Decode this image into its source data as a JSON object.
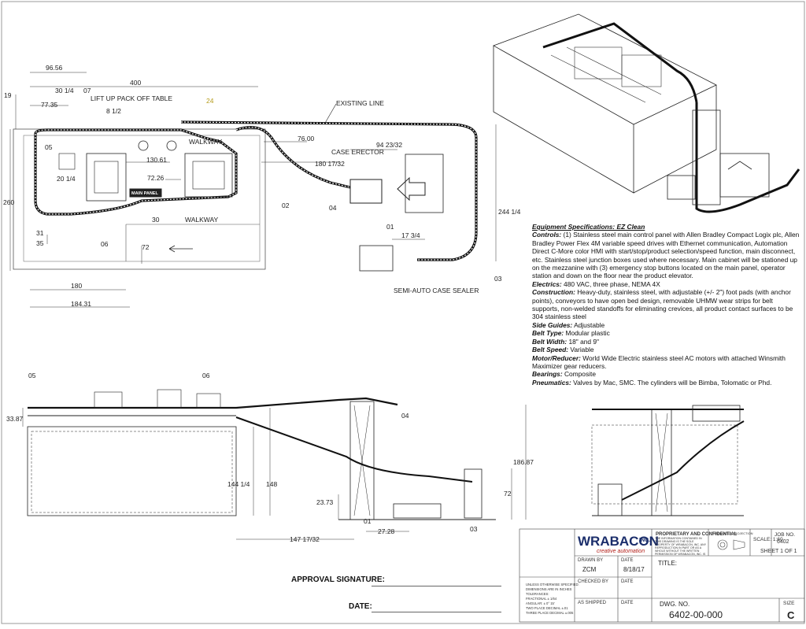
{
  "plan": {
    "dims": [
      "96.56",
      "400",
      "30 1/4",
      "07",
      "19",
      "77.35",
      "8 1/2",
      "24",
      "260",
      "130.61",
      "72.26",
      "20 1/4",
      "30",
      "31",
      "35",
      "72",
      "180",
      "184.31",
      "76.00",
      "180 17/32",
      "94 23/32",
      "244 1/4",
      "17 3/4"
    ],
    "labels": {
      "lift_up": "LIFT UP PACK OFF TABLE",
      "existing_line": "EXISTING LINE",
      "case_erector": "CASE ERECTOR",
      "walkway_top": "WALKWAY",
      "walkway_bottom": "WALKWAY",
      "main_panel": "MAIN PANEL",
      "case_sealer": "SEMI-AUTO CASE SEALER"
    },
    "callouts": [
      "05",
      "06",
      "02",
      "04",
      "01",
      "03"
    ]
  },
  "elevation": {
    "dims": [
      "33.87",
      "144 1/4",
      "148",
      "186.87",
      "72",
      "23.73",
      "147 17/32",
      "27.28"
    ],
    "callouts": [
      "05",
      "06",
      "04",
      "01",
      "03"
    ]
  },
  "specs": {
    "heading": "Equipment Specifications: EZ Clean",
    "rows": [
      {
        "k": "Controls:",
        "v": " (1) Stainless steel main control panel with Allen Bradley Compact Logix plc, Allen Bradley Power Flex 4M variable speed drives with Ethernet communication, Automation Direct C-More color HMI with start/stop/product selection/speed function, main disconnect, etc. Stainless steel junction boxes used where necessary. Main cabinet will be stationed up on the mezzanine with (3) emergency stop buttons located on the main panel, operator station and down on the floor near the product elevator."
      },
      {
        "k": "Electrics:",
        "v": "  480 VAC, three phase, NEMA 4X"
      },
      {
        "k": "Construction:",
        "v": " Heavy-duty, stainless steel, with adjustable (+/- 2\") foot pads (with anchor points), conveyors to have open bed design, removable UHMW wear strips for belt supports, non-welded standoffs for eliminating crevices, all product contact surfaces to be 304 stainless steel"
      },
      {
        "k": "Side Guides:",
        "v": " Adjustable"
      },
      {
        "k": "Belt Type:",
        "v": " Modular plastic"
      },
      {
        "k": "Belt Width:",
        "v": " 18\" and 9\""
      },
      {
        "k": "Belt Speed:",
        "v": " Variable"
      },
      {
        "k": "Motor/Reducer:",
        "v": " World Wide Electric stainless steel AC motors with attached Winsmith Maximizer gear reducers."
      },
      {
        "k": "Bearings:",
        "v": " Composite"
      },
      {
        "k": "Pneumatics:",
        "v": " Valves by Mac, SMC. The cylinders will be Bimba, Tolomatic or Phd."
      }
    ]
  },
  "approval": {
    "signature_label": "APPROVAL SIGNATURE:",
    "date_label": "DATE:"
  },
  "title_block": {
    "company": "WRABACON",
    "company_suffix": "INC.",
    "tagline": "creative automation",
    "proprietary": "PROPRIETARY AND CONFIDENTIAL",
    "proprietary_body": "THE INFORMATION CONTAINED IN THIS DRAWING IS THE SOLE PROPERTY OF WRABACON, INC. ANY REPRODUCTION IN PART OR AS A WHOLE WITHOUT THE WRITTEN PERMISSION OF WRABACON, INC. IS PROHIBITED.",
    "projection": "THIRD ANGLE PROJECTION",
    "scale": "SCALE: 1:60",
    "job_no_label": "JOB NO.",
    "job_no": "6402",
    "sheet": "SHEET 1 OF 1",
    "drawn_by_label": "DRAWN BY",
    "drawn_by": "ZCM",
    "date_label": "DATE",
    "date": "8/18/17",
    "title_label": "TITLE:",
    "checked_by_label": "CHECKED BY",
    "as_shipped_label": "AS SHIPPED",
    "dwg_no_label": "DWG. NO.",
    "dwg_no": "6402-00-000",
    "size_label": "SIZE",
    "size": "C",
    "tolerances": [
      "UNLESS OTHERWISE SPECIFIED:",
      "DIMENSIONS ARE IN INCHES",
      "TOLERANCES:",
      "FRACTIONAL ± 1/64",
      "ANGULAR: ± 0° 15'",
      "TWO PLACE DECIMAL ±.01",
      "THREE PLACE DECIMAL ±.005"
    ]
  }
}
